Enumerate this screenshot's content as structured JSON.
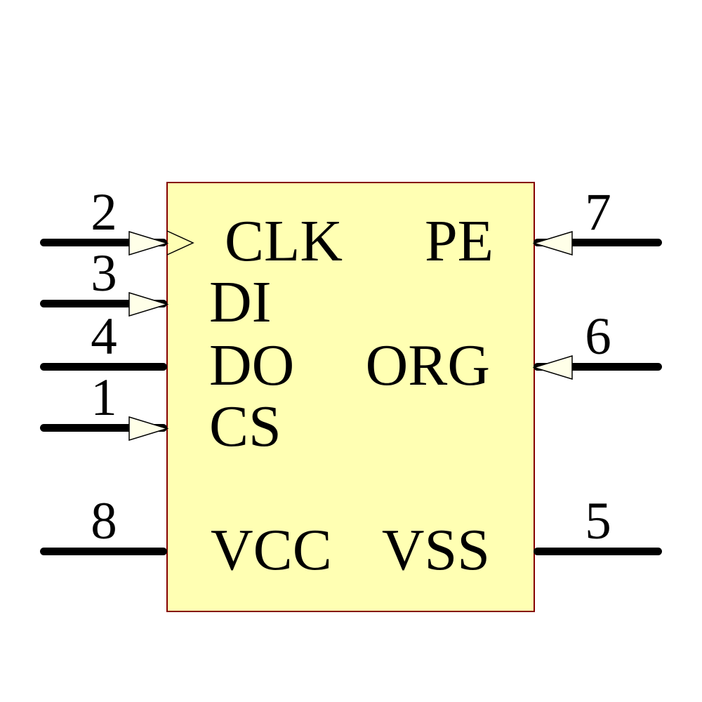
{
  "colors": {
    "body_fill": "#ffffb3",
    "body_border": "#850000",
    "arrow_fill": "#ffffe8",
    "wire": "#000000",
    "text": "#000000"
  },
  "pins": [
    {
      "number": "2",
      "label": "CLK",
      "side": "left",
      "arrow": true,
      "clock": true
    },
    {
      "number": "3",
      "label": "DI",
      "side": "left",
      "arrow": true,
      "clock": false
    },
    {
      "number": "4",
      "label": "DO",
      "side": "left",
      "arrow": false,
      "clock": false
    },
    {
      "number": "1",
      "label": "CS",
      "side": "left",
      "arrow": true,
      "clock": false
    },
    {
      "number": "8",
      "label": "VCC",
      "side": "left",
      "arrow": false,
      "clock": false
    },
    {
      "number": "7",
      "label": "PE",
      "side": "right",
      "arrow": true,
      "clock": false
    },
    {
      "number": "6",
      "label": "ORG",
      "side": "right",
      "arrow": true,
      "clock": false
    },
    {
      "number": "5",
      "label": "VSS",
      "side": "right",
      "arrow": false,
      "clock": false
    }
  ]
}
